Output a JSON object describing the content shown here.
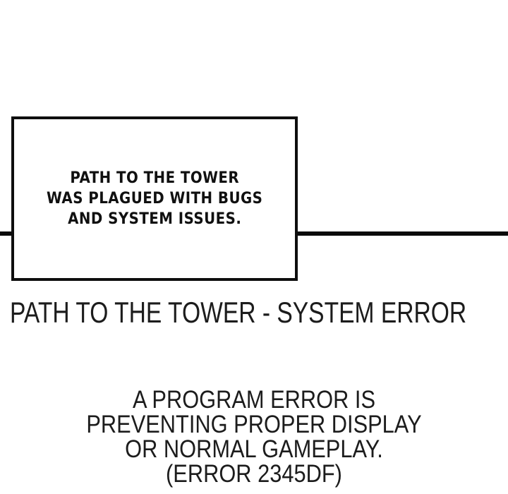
{
  "page": {
    "background_color": "#ffffff",
    "ink_color": "#0e0e0e",
    "text_color": "#1c1c1c"
  },
  "narration_box": {
    "lines": [
      "PATH TO THE TOWER",
      "WAS PLAGUED WITH BUGS",
      "AND SYSTEM ISSUES."
    ]
  },
  "system_message": {
    "title": "PATH TO THE TOWER - SYSTEM ERROR",
    "body_lines": [
      "A PROGRAM ERROR IS",
      "PREVENTING PROPER DISPLAY",
      "OR NORMAL GAMEPLAY.",
      "(ERROR 2345DF)"
    ]
  }
}
